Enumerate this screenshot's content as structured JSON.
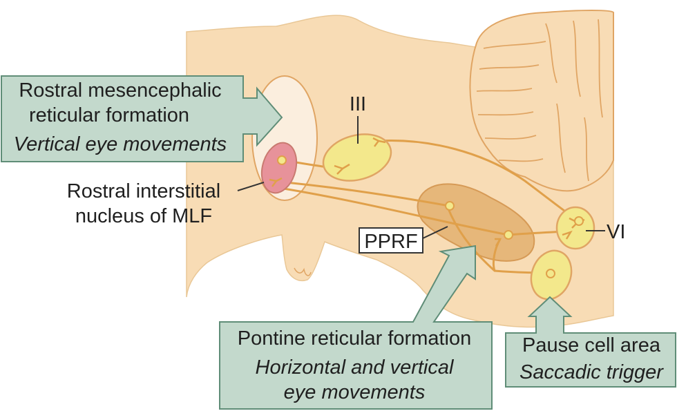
{
  "labels": {
    "riMLF_box": {
      "title_line1": "Rostral mesencephalic",
      "title_line2": "reticular formation",
      "subtitle": "Vertical eye movements"
    },
    "nucleus_III": "III",
    "nucleus_VI": "VI",
    "riMLF_label_line1": "Rostral interstitial",
    "riMLF_label_line2": "nucleus of MLF",
    "pprf": "PPRF",
    "pontine_box": {
      "title": "Pontine reticular formation",
      "subtitle_line1": "Horizontal and vertical",
      "subtitle_line2": "eye movements"
    },
    "pause_box": {
      "title": "Pause cell area",
      "subtitle": "Saccadic trigger"
    }
  },
  "colors": {
    "brainstem": "#f8dcb5",
    "cerebellum": "#f8dcb5",
    "outline": "#e0a564",
    "pathway": "#e0a04a",
    "nucleus_fill": "#f3e88c",
    "riMLF_fill": "#e7929a",
    "riMLF_region": "#fbeede",
    "pprf_region": "#e6b77a",
    "callout_fill": "#c3d9cc",
    "callout_stroke": "#5f8d77",
    "text": "#1f1f1f"
  }
}
